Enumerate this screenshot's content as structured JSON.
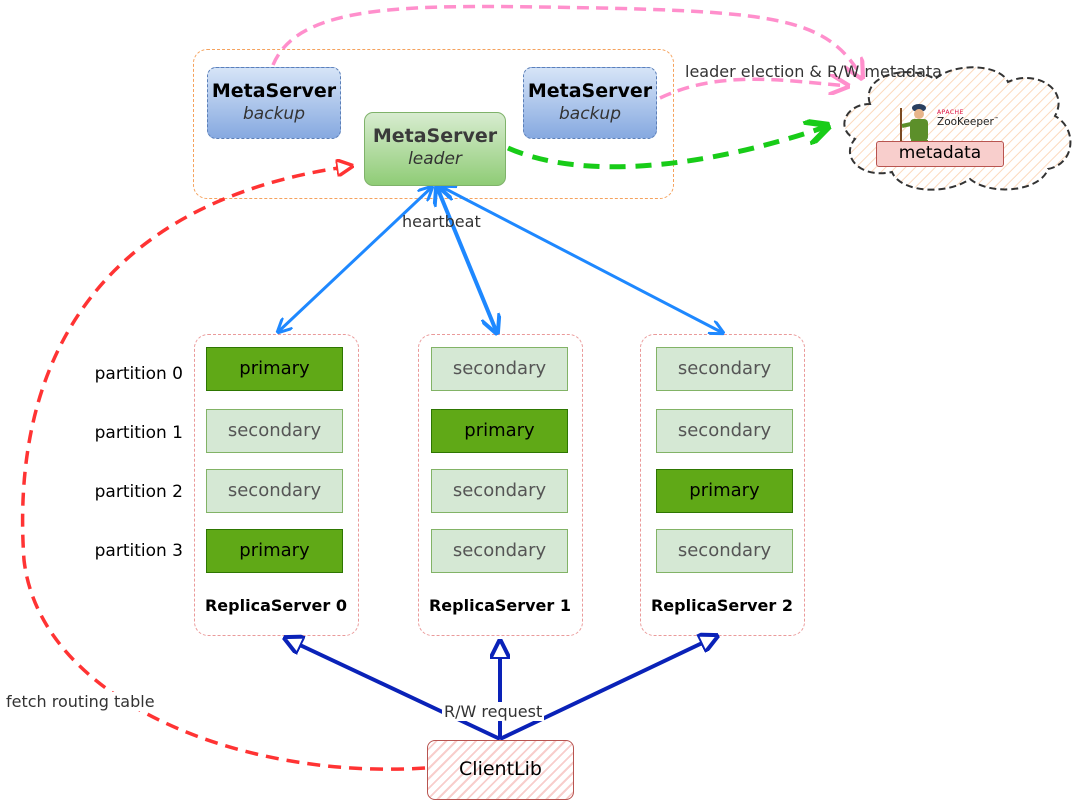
{
  "meta_group": {
    "backup_left": {
      "title": "MetaServer",
      "role": "backup"
    },
    "backup_right": {
      "title": "MetaServer",
      "role": "backup"
    },
    "leader": {
      "title": "MetaServer",
      "role": "leader"
    }
  },
  "zookeeper": {
    "apache_label": "APACHE",
    "brand_label": "ZooKeeper",
    "trademark": "™",
    "metadata_label": "metadata"
  },
  "edges": {
    "leader_election_label": "leader election & R/W metadata",
    "heartbeat_label": "heartbeat",
    "fetch_routing_label": "fetch routing table",
    "rw_request_label": "R/W request"
  },
  "partitions": [
    "partition 0",
    "partition 1",
    "partition 2",
    "partition 3"
  ],
  "replica_servers": [
    {
      "name": "ReplicaServer 0",
      "replicas": [
        "primary",
        "secondary",
        "secondary",
        "primary"
      ]
    },
    {
      "name": "ReplicaServer 1",
      "replicas": [
        "secondary",
        "primary",
        "secondary",
        "secondary"
      ]
    },
    {
      "name": "ReplicaServer 2",
      "replicas": [
        "secondary",
        "secondary",
        "primary",
        "secondary"
      ]
    }
  ],
  "client": {
    "label": "ClientLib"
  },
  "colors": {
    "primary_fill": "#60a917",
    "secondary_fill": "#d5e8d4",
    "heartbeat_arrow": "#1e88ff",
    "rw_arrow": "#0a22b8",
    "routing_arrow": "#ff3333",
    "zk_arrow": "#ff8fcc",
    "metadata_arrow": "#18cc18"
  }
}
